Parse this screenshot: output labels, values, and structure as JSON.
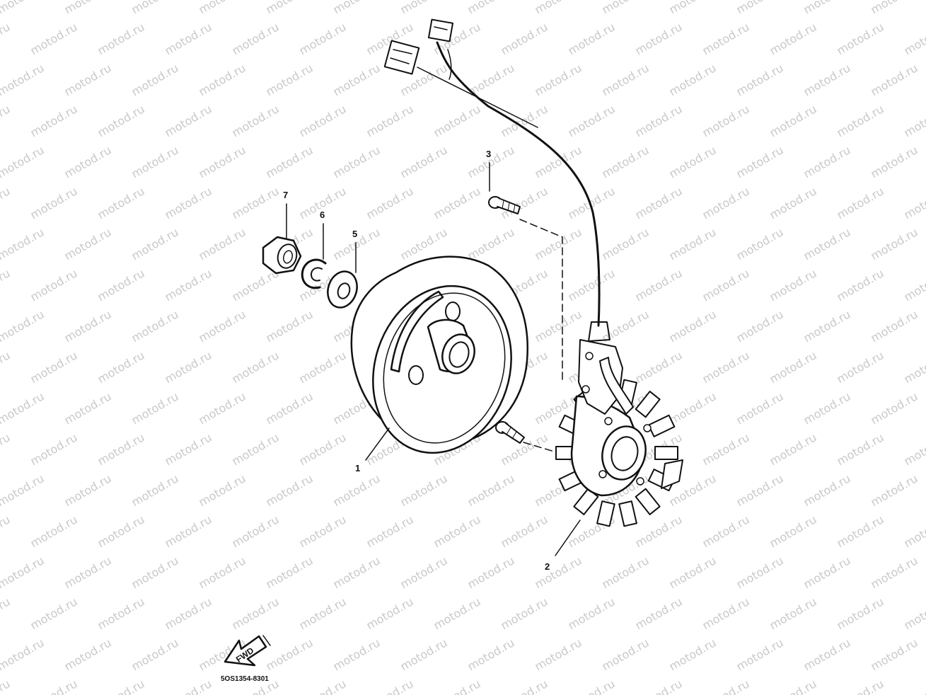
{
  "watermark": "motod.ru",
  "fwd_label": "FWD",
  "diagram_code": "5OS1354-8301",
  "callouts": [
    {
      "id": "1",
      "part": "rotor"
    },
    {
      "id": "2",
      "part": "stator"
    },
    {
      "id": "3",
      "part": "screw"
    },
    {
      "id": "5",
      "part": "washer"
    },
    {
      "id": "6",
      "part": "circlip"
    },
    {
      "id": "7",
      "part": "nut"
    }
  ],
  "colors": {
    "line": "#111111",
    "watermark": "#c9c9c9",
    "background": "#ffffff"
  }
}
